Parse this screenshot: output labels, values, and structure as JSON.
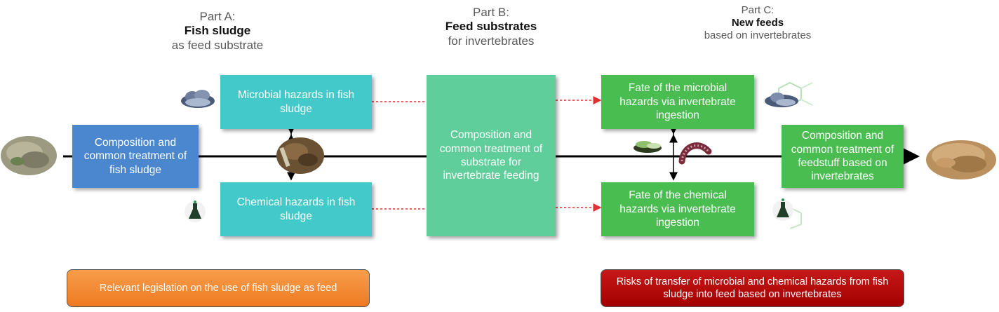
{
  "header_a": {
    "part": "Part A:",
    "bold": "Fish sludge",
    "sub": "as feed substrate"
  },
  "header_b": {
    "part": "Part B:",
    "bold": "Feed substrates",
    "sub": "for invertebrates"
  },
  "header_c": {
    "part": "Part C:",
    "bold": "New feeds",
    "sub": "based on invertebrates"
  },
  "boxes": {
    "composition_sludge": "Composition and common treatment of fish sludge",
    "microbial_sludge": "Microbial hazards in fish sludge",
    "chemical_sludge": "Chemical hazards in fish sludge",
    "composition_substrate": "Composition and common treatment of substrate for invertebrate feeding",
    "fate_microbial": "Fate of the microbial hazards via invertebrate ingestion",
    "fate_chemical": "Fate of the chemical hazards via invertebrate ingestion",
    "composition_feedstuff": "Composition and common treatment of feedstuff based on invertebrates"
  },
  "bottom": {
    "legislation": "Relevant legislation on the use of fish sludge as feed",
    "risks": "Risks of transfer of microbial and chemical hazards from fish sludge into feed based on invertebrates"
  },
  "colors": {
    "teal": "#43c9c9",
    "blue": "#4a87cf",
    "mint": "#5fce9a",
    "green": "#49bd4f",
    "orange": "#ef7a22",
    "red": "#b00000",
    "arrow_red": "#e03030"
  },
  "icons": [
    "fish-sludge-image",
    "microbe-cloud-icon",
    "chemical-flask-icon",
    "sludge-sample-image",
    "insect-image",
    "worm-image",
    "feed-pellets-image"
  ]
}
